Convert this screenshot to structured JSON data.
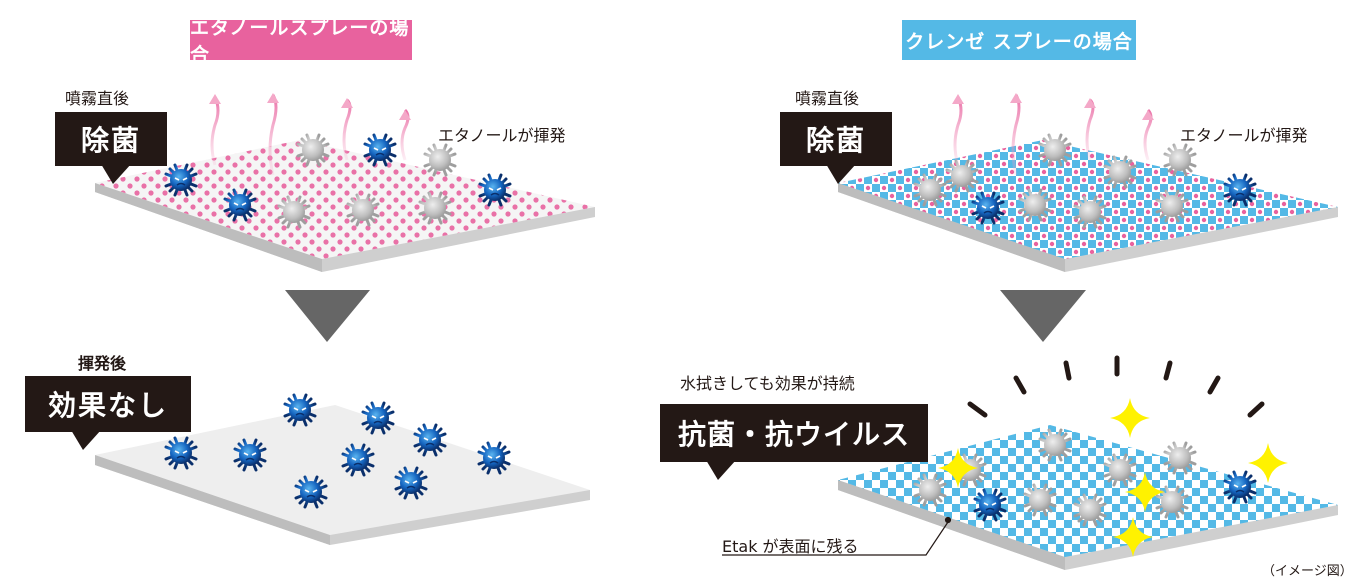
{
  "left": {
    "header": "エタノールスプレーの場合",
    "right_after_label": "噴霧直後",
    "callout_top": "除菌",
    "evaporate_label": "エタノールが揮発",
    "after_evaporation_label": "揮発後",
    "callout_bottom": "効果なし"
  },
  "right": {
    "header": "クレンゼ スプレーの場合",
    "right_after_label": "噴霧直後",
    "callout_top": "除菌",
    "evaporate_label": "エタノールが揮発",
    "persistent_label": "水拭きしても効果が持続",
    "callout_bottom": "抗菌・抗ウイルス",
    "etak_label": "Etak が表面に残る"
  },
  "footnote": "（イメージ図）",
  "colors": {
    "pink_accent": "#e8629e",
    "blue_accent": "#54b9e6",
    "callout_bg": "#231815",
    "arrow": "#666666",
    "sparkle": "#fff200"
  }
}
